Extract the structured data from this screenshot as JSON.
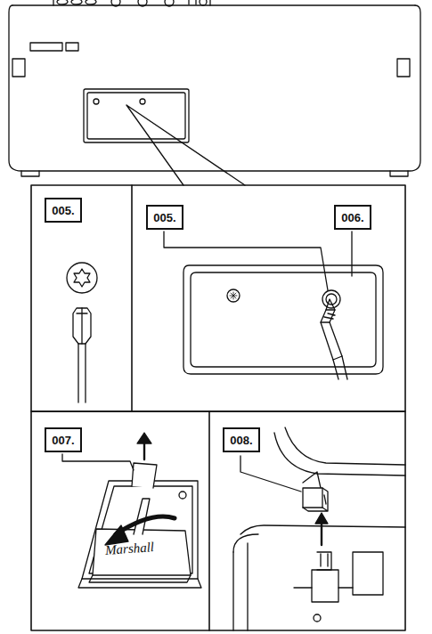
{
  "diagram": {
    "nodes": [
      {
        "text": [
          "005."
        ]
      },
      {
        "text": [
          "005."
        ]
      },
      {
        "text": [
          "006."
        ]
      },
      {
        "text": [
          "007."
        ]
      },
      {
        "text": [
          "008."
        ]
      }
    ],
    "labels": [
      "Marshall"
    ]
  }
}
